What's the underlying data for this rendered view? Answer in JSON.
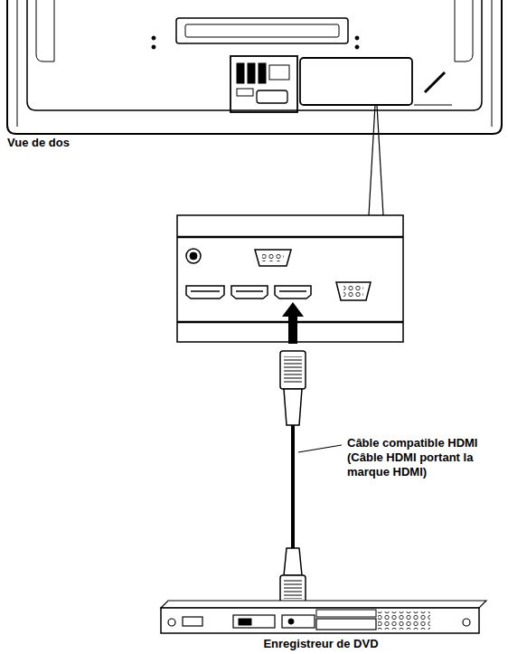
{
  "diagram": {
    "labels": [
      "Vue de dos",
      "Câble compatible HDMI (Câble HDMI portant la marque HDMI)",
      "Enregistreur de DVD"
    ]
  }
}
